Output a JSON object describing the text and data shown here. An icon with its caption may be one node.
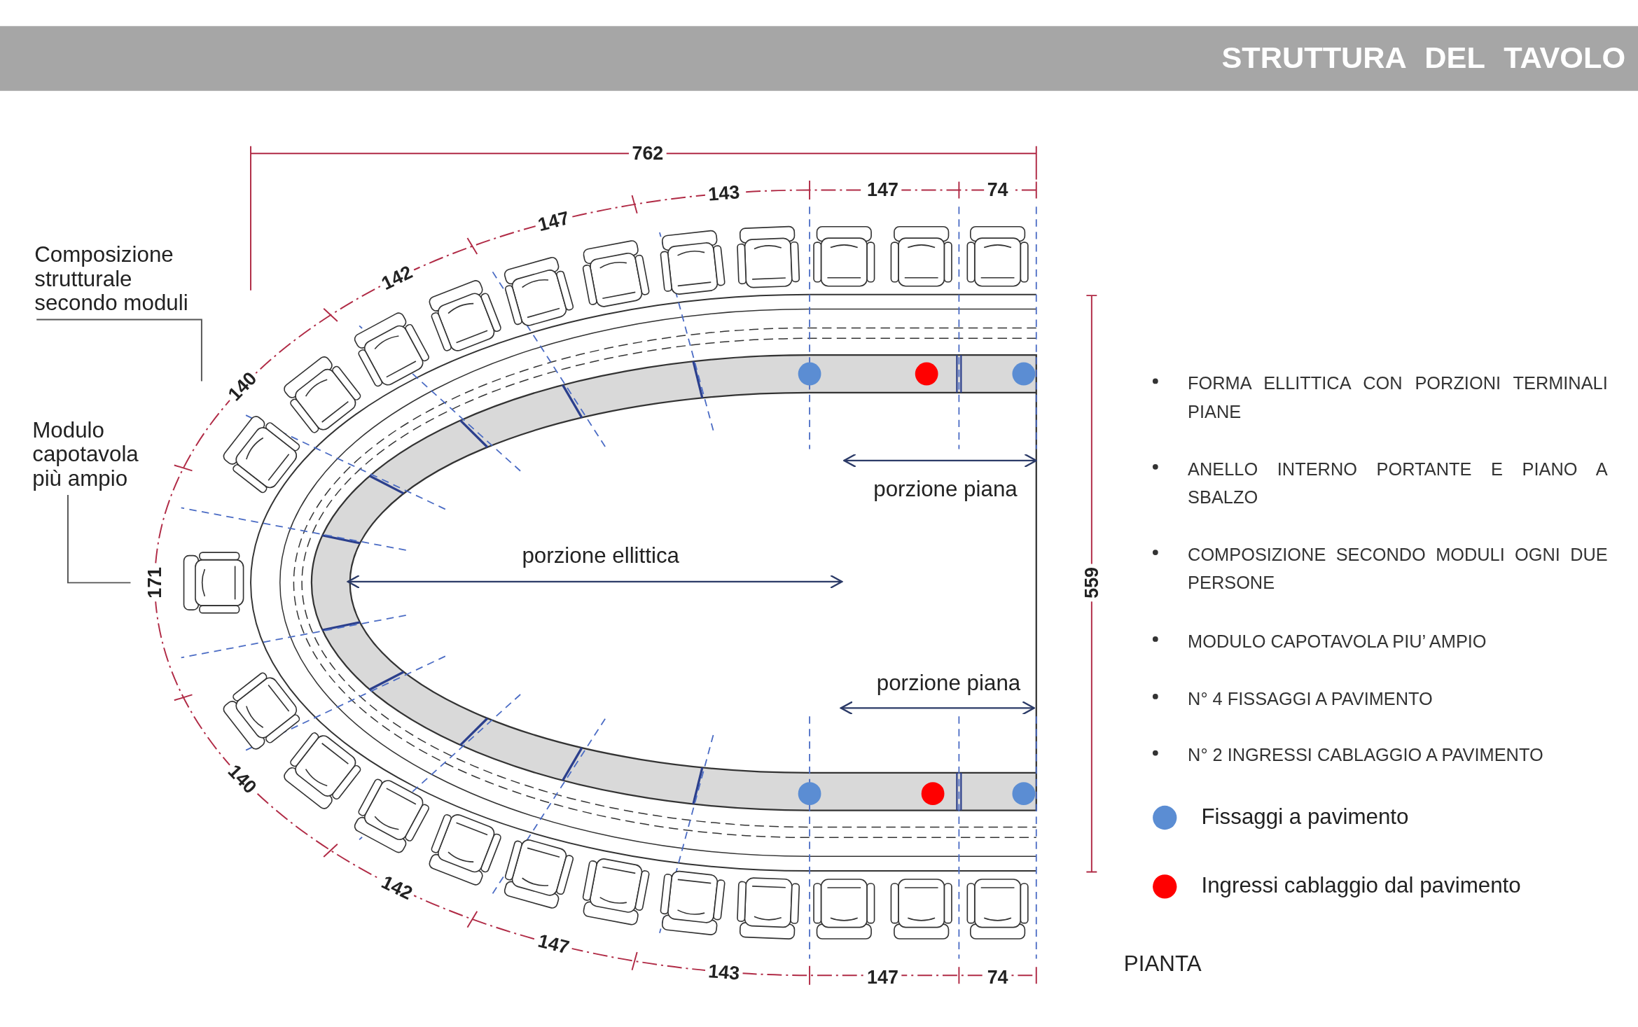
{
  "diagram": {
    "title": "STRUTTURA DEL TAVOLO",
    "nodes": [
      {
        "text": [
          "Composizione strutturale secondo moduli"
        ]
      },
      {
        "text": [
          "Modulo capotavola più ampio"
        ]
      }
    ],
    "edges": [
      {
        "from": 0,
        "to": null,
        "arrow": "none"
      },
      {
        "from": 1,
        "to": null,
        "arrow": "none"
      }
    ],
    "labels": [
      "762",
      "143",
      "147",
      "74",
      "147",
      "142",
      "140",
      "FORMA ELLITTICA CON PORZIONI TERMINALI PIANE",
      "ANELLO INTERNO PORTANTE E PIANO A SBALZO",
      "porzione piana",
      "COMPOSIZIONE SECONDO MODULI OGNI DUE PERSONE",
      "porzione ellittica",
      "171",
      "559",
      "MODULO CAPOTAVOLA PIU’ AMPIO",
      "porzione piana",
      "N° 4 FISSAGGI A PAVIMENTO",
      "N° 2 INGRESSI CABLAGGIO A PAVIMENTO",
      "140",
      "142",
      "147",
      "PIANTA",
      "143",
      "147",
      "74"
    ],
    "legend": [
      {
        "text": "Fissaggi a pavimento",
        "color": "#5b8dd3"
      },
      {
        "text": "Ingressi cablaggio dal pavimento",
        "color": "#ff0000"
      }
    ]
  }
}
